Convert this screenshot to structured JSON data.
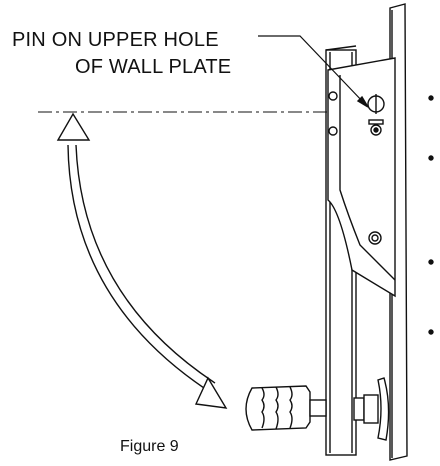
{
  "callout": {
    "line1": "PIN ON UPPER HOLE",
    "line2": "OF WALL PLATE"
  },
  "figure": {
    "caption": "Figure 9"
  },
  "colors": {
    "ink": "#111111",
    "background": "#ffffff"
  }
}
